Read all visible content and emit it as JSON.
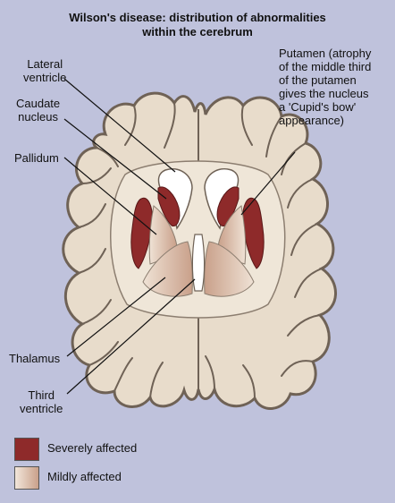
{
  "title_line1": "Wilson's disease: distribution of abnormalities",
  "title_line2": "within the cerebrum",
  "labels": {
    "lateral_ventricle": [
      "Lateral",
      "ventricle"
    ],
    "caudate_nucleus": [
      "Caudate",
      "nucleus"
    ],
    "pallidum": "Pallidum",
    "putamen": [
      "Putamen (atrophy",
      "of the middle third",
      "of the putamen",
      "gives the nucleus",
      "a 'Cupid's bow'",
      "appearance)"
    ],
    "thalamus": "Thalamus",
    "third_ventricle": [
      "Third",
      "ventricle"
    ]
  },
  "legend": [
    {
      "label": "Severely affected",
      "color": "#8e2a2a"
    },
    {
      "label": "Mildly affected",
      "color": "#d8b8a4"
    }
  ],
  "colors": {
    "background": "#bfc2dc",
    "brain": "#e8dccb",
    "brain_outline": "#6f6256",
    "white_matter": "#efe6d8",
    "severe": "#8e2a2a",
    "mild": "#d8b8a4",
    "ventricle": "#ffffff"
  }
}
